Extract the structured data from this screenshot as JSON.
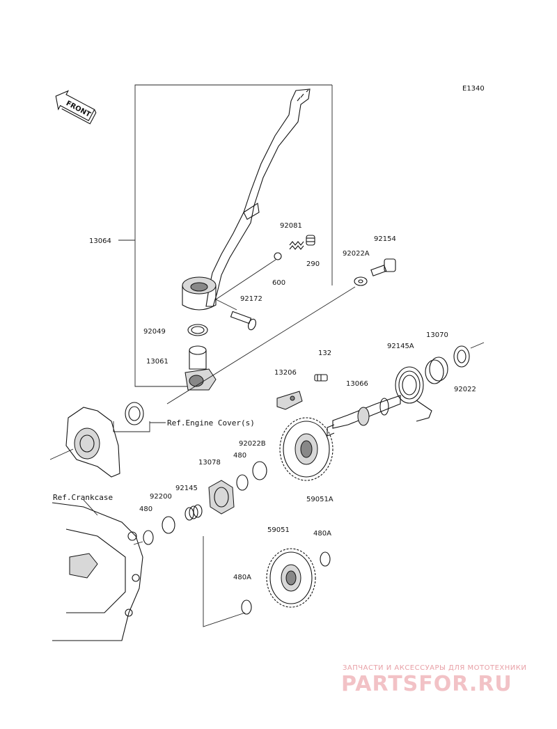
{
  "diagram_code": "E1340",
  "front_label": "FRONT",
  "parts": {
    "p13064": "13064",
    "p92081": "92081",
    "p92154": "92154",
    "p290": "290",
    "p92022A": "92022A",
    "p600": "600",
    "p92172": "92172",
    "p92049": "92049",
    "p13070": "13070",
    "p92145A": "92145A",
    "p13061": "13061",
    "p132": "132",
    "p92022": "92022",
    "p13206": "13206",
    "p13066": "13066",
    "p92022B": "92022B",
    "p13078": "13078",
    "p480_1": "480",
    "p59051A": "59051A",
    "p92145": "92145",
    "p92200": "92200",
    "p480_2": "480",
    "p59051": "59051",
    "p480A_1": "480A",
    "p480A_2": "480A"
  },
  "references": {
    "engine_cover": "Ref.Engine Cover(s)",
    "crankcase": "Ref.Crankcase"
  },
  "watermark": {
    "top": "ЗАПЧАСТИ И АКСЕССУАРЫ ДЛЯ МОТОТЕХНИКИ",
    "main": "PARTSFOR.RU"
  }
}
